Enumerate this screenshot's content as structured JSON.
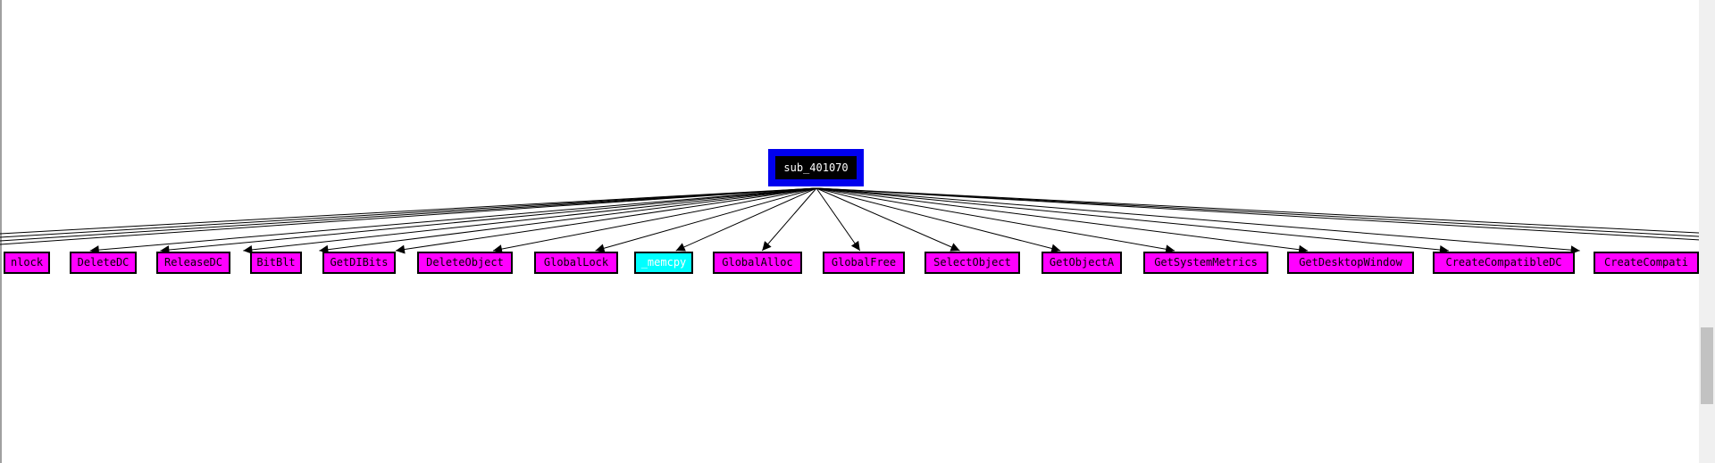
{
  "graph": {
    "root": {
      "label": "sub_401070",
      "color": "#0000ee"
    },
    "nodes": [
      {
        "label": "nlock",
        "kind": "import"
      },
      {
        "label": "DeleteDC",
        "kind": "import"
      },
      {
        "label": "ReleaseDC",
        "kind": "import"
      },
      {
        "label": "BitBlt",
        "kind": "import"
      },
      {
        "label": "GetDIBits",
        "kind": "import"
      },
      {
        "label": "DeleteObject",
        "kind": "import"
      },
      {
        "label": "GlobalLock",
        "kind": "import"
      },
      {
        "label": "_memcpy",
        "kind": "library"
      },
      {
        "label": "GlobalAlloc",
        "kind": "import"
      },
      {
        "label": "GlobalFree",
        "kind": "import"
      },
      {
        "label": "SelectObject",
        "kind": "import"
      },
      {
        "label": "GetObjectA",
        "kind": "import"
      },
      {
        "label": "GetSystemMetrics",
        "kind": "import"
      },
      {
        "label": "GetDesktopWindow",
        "kind": "import"
      },
      {
        "label": "CreateCompatibleDC",
        "kind": "import"
      },
      {
        "label": "CreateCompati",
        "kind": "import"
      }
    ],
    "colors": {
      "import": "#ff00ff",
      "library": "#00ffff",
      "edge": "#000000"
    }
  }
}
